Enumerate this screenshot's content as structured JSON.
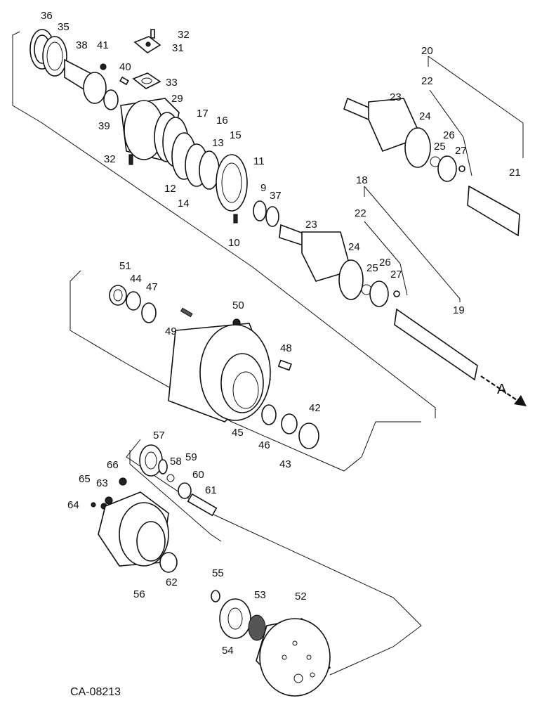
{
  "drawing_id": "CA-08213",
  "arrow_label": "A",
  "callouts": {
    "c9": "9",
    "c10": "10",
    "c11": "11",
    "c12": "12",
    "c13": "13",
    "c14": "14",
    "c15": "15",
    "c16": "16",
    "c17": "17",
    "c18": "18",
    "c19": "19",
    "c20": "20",
    "c21": "21",
    "c22a": "22",
    "c22b": "22",
    "c23a": "23",
    "c23b": "23",
    "c24a": "24",
    "c24b": "24",
    "c25a": "25",
    "c25b": "25",
    "c26a": "26",
    "c26b": "26",
    "c27a": "27",
    "c27b": "27",
    "c29": "29",
    "c31": "31",
    "c32a": "32",
    "c32b": "32",
    "c33": "33",
    "c35": "35",
    "c36": "36",
    "c37": "37",
    "c38": "38",
    "c39": "39",
    "c40": "40",
    "c41": "41",
    "c42": "42",
    "c43": "43",
    "c44": "44",
    "c45": "45",
    "c46": "46",
    "c47": "47",
    "c48": "48",
    "c49": "49",
    "c50": "50",
    "c51": "51",
    "c52": "52",
    "c53": "53",
    "c54": "54",
    "c55": "55",
    "c56": "56",
    "c57": "57",
    "c58": "58",
    "c59": "59",
    "c60": "60",
    "c61": "61",
    "c62": "62",
    "c63": "63",
    "c64": "64",
    "c65": "65",
    "c66": "66"
  }
}
